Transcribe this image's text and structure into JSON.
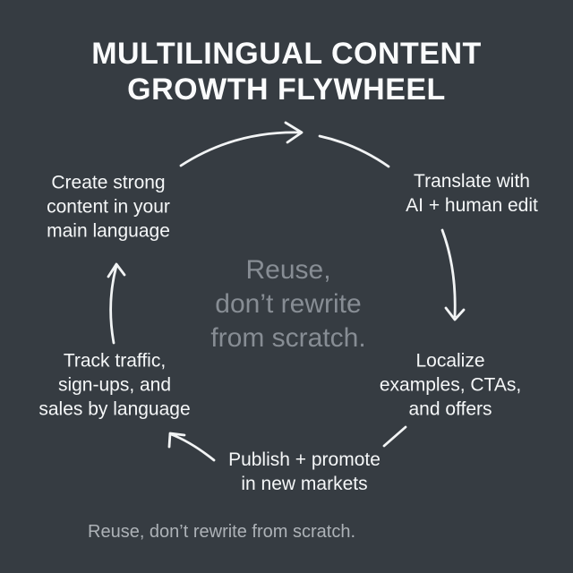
{
  "background_color": "#363c42",
  "title": {
    "lines": [
      "MULTILINGUAL CONTENT",
      "GROWTH FLYWHEEL"
    ],
    "color": "#fafbfc"
  },
  "center_message": {
    "lines": [
      "Reuse,",
      "don’t rewrite",
      "from scratch."
    ],
    "color": "#878d94"
  },
  "caption": {
    "text": "Reuse, don’t rewrite from scratch.",
    "color": "#adb2b7"
  },
  "flywheel": {
    "nodes": [
      {
        "id": "create",
        "lines": [
          "Create strong",
          "content in your",
          "main language"
        ]
      },
      {
        "id": "translate",
        "lines": [
          "Translate with",
          "AI + human edit"
        ]
      },
      {
        "id": "localize",
        "lines": [
          "Localize",
          "examples, CTAs,",
          "and offers"
        ]
      },
      {
        "id": "publish",
        "lines": [
          "Publish + promote",
          "in new markets"
        ]
      },
      {
        "id": "track",
        "lines": [
          "Track traffic,",
          "sign-ups, and",
          "sales by language"
        ]
      }
    ],
    "flow_order": [
      "create",
      "translate",
      "localize",
      "publish",
      "track"
    ],
    "arrow_color": "#f2f4f5"
  }
}
